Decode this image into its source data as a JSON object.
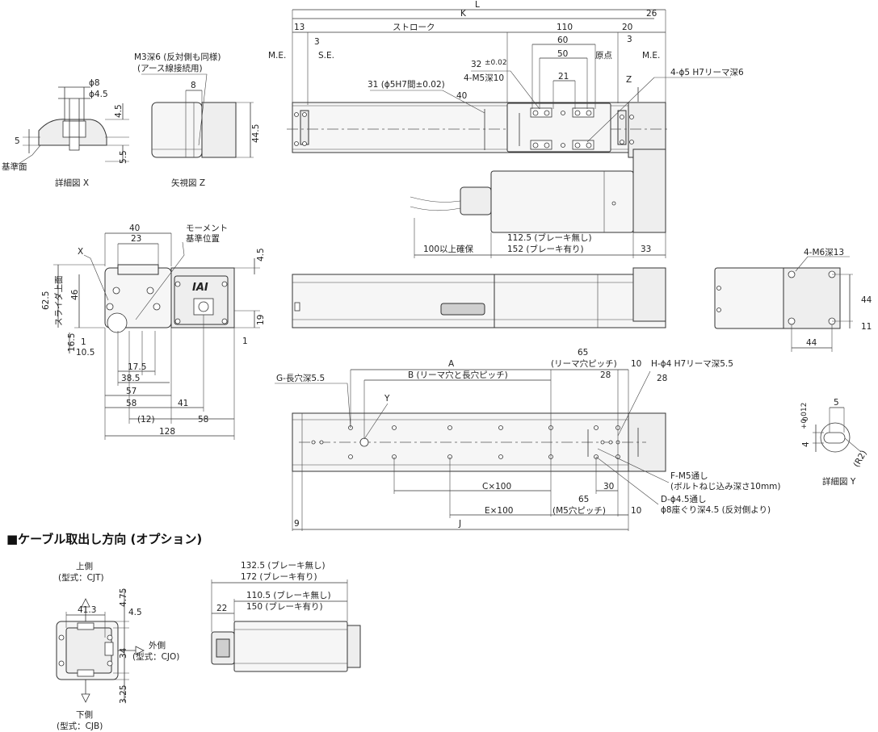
{
  "main_view": {
    "L": "L",
    "K": "K",
    "stroke": "ストローク",
    "d13": "13",
    "d3a": "3",
    "d110": "110",
    "d20": "20",
    "d26": "26",
    "d3b": "3",
    "d60": "60",
    "d50": "50",
    "d21": "21",
    "me_left": "M.E.",
    "se": "S.E.",
    "origin": "原点",
    "me_right": "M.E.",
    "d32": "32",
    "d32_tol": "±0.02",
    "m5": "4-M5深10",
    "d31": "31 (ϕ5H7間±0.02)",
    "d40": "40",
    "z": "Z",
    "phi5": "4-ϕ5 H7リーマ深6"
  },
  "detail_x": {
    "caption": "詳細図 X",
    "phi8": "ϕ8",
    "phi45": "ϕ4.5",
    "d45": "4.5",
    "d5": "5",
    "d55": "5.5",
    "base": "基準面"
  },
  "view_z": {
    "caption": "矢視図 Z",
    "m3": "M3深6 (反対側も同様)",
    "m3b": "(アース線接続用)",
    "d8": "8",
    "d445": "44.5"
  },
  "motor": {
    "d100": "100以上確保",
    "d1125": "112.5 (ブレーキ無し)",
    "d152": "152 (ブレーキ有り)",
    "d33": "33"
  },
  "end_view": {
    "d40": "40",
    "d23": "23",
    "moment": "モーメント",
    "moment2": "基準位置",
    "x": "X",
    "d45": "4.5",
    "d625": "62.5",
    "slider": "スライダ上面",
    "d46": "46",
    "d165": "16.5",
    "d1": "1",
    "d105": "10.5",
    "d19": "19",
    "d1b": "1",
    "d175": "17.5",
    "d385": "38.5",
    "d57": "57",
    "d58a": "58",
    "d41": "41",
    "d58b": "58",
    "d12": "(12)",
    "d128": "128",
    "logo": "IAI"
  },
  "bottom_view": {
    "m6": "4-M6深13",
    "d44a": "44",
    "d11": "11",
    "d44b": "44"
  },
  "base_view": {
    "g": "G-長穴深5.5",
    "a": "A",
    "b": "B (リーマ穴と長穴ピッチ)",
    "d65a": "65",
    "reamer_pitch": "(リーマ穴ピッチ)",
    "d10a": "10",
    "h": "H-ϕ4 H7リーマ深5.5",
    "d28a": "28",
    "d28b": "28",
    "y": "Y",
    "f": "F-M5通し",
    "f2": "(ボルトねじ込み深さ10mm)",
    "c": "C×100",
    "d30": "30",
    "d65b": "65",
    "m5_pitch": "(M5穴ピッチ)",
    "e": "E×100",
    "d10b": "10",
    "dhole": "D-ϕ4.5通し",
    "dhole2": "ϕ8座ぐり深4.5 (反対側より)",
    "d9": "9",
    "j": "J"
  },
  "detail_y": {
    "caption": "詳細図 Y",
    "d5": "5",
    "d4": "4",
    "tol": "+0.012",
    "tol0": "0",
    "r2": "(R2)"
  },
  "cable": {
    "heading": "■ケーブル取出し方向 (オプション)",
    "up": "上側",
    "up_model": "(型式：CJT)",
    "out": "外側",
    "out_model": "(型式：CJO)",
    "down": "下側",
    "down_model": "(型式：CJB)",
    "d413": "41.3",
    "d475": "4.75",
    "d45": "4.5",
    "d34": "34",
    "d325": "3.25",
    "d1325": "132.5 (ブレーキ無し)",
    "d172": "172 (ブレーキ有り)",
    "d1105": "110.5 (ブレーキ無し)",
    "d150": "150 (ブレーキ有り)",
    "d22": "22"
  }
}
